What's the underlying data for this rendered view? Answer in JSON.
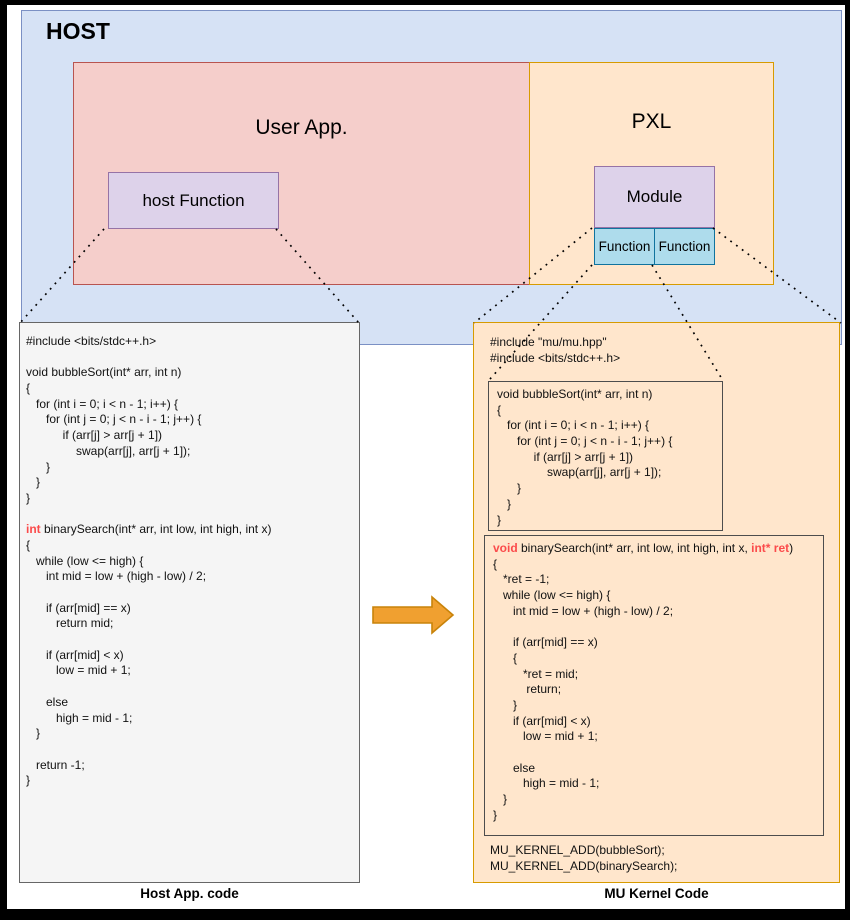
{
  "colors": {
    "host_fill": "#d6e2f5",
    "host_stroke": "#7b90c4",
    "user_app_fill": "#f5cecb",
    "user_app_stroke": "#b85450",
    "pxl_fill": "#ffe6cc",
    "pxl_stroke": "#d79b00",
    "purple_fill": "#ddd2ea",
    "purple_stroke": "#9673a6",
    "function_fill": "#aedcec",
    "function_stroke": "#10739e",
    "gray_fill": "#f5f5f5",
    "gray_stroke": "#666666",
    "inner_box_stroke": "#4d4d4d",
    "arrow_fill": "#f0a030",
    "arrow_stroke": "#c8830a",
    "keyword_red": "#fb4b4b",
    "code_text": "#111111"
  },
  "host": {
    "title": "HOST"
  },
  "user_app": {
    "label": "User App.",
    "host_function_label": "host Function"
  },
  "pxl": {
    "label": "PXL",
    "module_label": "Module",
    "function_labels": [
      "Function",
      "Function"
    ]
  },
  "captions": {
    "host": "Host App. code",
    "kernel": "MU Kernel Code"
  },
  "host_code": {
    "lines": [
      [
        {
          "t": "#include <bits/stdc++.h>"
        }
      ],
      [],
      [
        {
          "t": "void bubbleSort(int* arr, int n)"
        }
      ],
      [
        {
          "t": "{"
        }
      ],
      [
        {
          "t": "   for (int i = 0; i < n - 1; i++) {"
        }
      ],
      [
        {
          "t": "      for (int j = 0; j < n - i - 1; j++) {"
        }
      ],
      [
        {
          "t": "           if (arr[j] > arr[j + 1])"
        }
      ],
      [
        {
          "t": "               swap(arr[j], arr[j + 1]);"
        }
      ],
      [
        {
          "t": "      }"
        }
      ],
      [
        {
          "t": "   }"
        }
      ],
      [
        {
          "t": "}"
        }
      ],
      [],
      [
        {
          "t": "int",
          "red": true
        },
        {
          "t": " binarySearch(int* arr, int low, int high, int x)"
        }
      ],
      [
        {
          "t": "{"
        }
      ],
      [
        {
          "t": "   while (low <= high) {"
        }
      ],
      [
        {
          "t": "      int mid = low + (high - low) / 2;"
        }
      ],
      [],
      [
        {
          "t": "      if (arr[mid] == x)"
        }
      ],
      [
        {
          "t": "         return mid;"
        }
      ],
      [],
      [
        {
          "t": "      if (arr[mid] < x)"
        }
      ],
      [
        {
          "t": "         low = mid + 1;"
        }
      ],
      [],
      [
        {
          "t": "      else"
        }
      ],
      [
        {
          "t": "         high = mid - 1;"
        }
      ],
      [
        {
          "t": "   }"
        }
      ],
      [],
      [
        {
          "t": "   return -1;"
        }
      ],
      [
        {
          "t": "}"
        }
      ]
    ]
  },
  "kernel_code": {
    "includes": [
      [
        {
          "t": "#include \"mu/mu.hpp\""
        }
      ],
      [
        {
          "t": "#include <bits/stdc++.h>"
        }
      ]
    ],
    "bubble_sort_box": {
      "lines": [
        [
          {
            "t": "void bubbleSort(int* arr, int n)"
          }
        ],
        [
          {
            "t": "{"
          }
        ],
        [
          {
            "t": "   for (int i = 0; i < n - 1; i++) {"
          }
        ],
        [
          {
            "t": "      for (int j = 0; j < n - i - 1; j++) {"
          }
        ],
        [
          {
            "t": "           if (arr[j] > arr[j + 1])"
          }
        ],
        [
          {
            "t": "               swap(arr[j], arr[j + 1]);"
          }
        ],
        [
          {
            "t": "      }"
          }
        ],
        [
          {
            "t": "   }"
          }
        ],
        [
          {
            "t": "}"
          }
        ]
      ]
    },
    "binary_search_box": {
      "lines": [
        [
          {
            "t": "void",
            "red": true
          },
          {
            "t": " binarySearch(int* arr, int low, int high, int x, "
          },
          {
            "t": "int* ret",
            "red": true
          },
          {
            "t": ")"
          }
        ],
        [
          {
            "t": "{"
          }
        ],
        [
          {
            "t": "   *ret = -1;"
          }
        ],
        [
          {
            "t": "   while (low <= high) {"
          }
        ],
        [
          {
            "t": "      int mid = low + (high - low) / 2;"
          }
        ],
        [],
        [
          {
            "t": "      if (arr[mid] == x)"
          }
        ],
        [
          {
            "t": "      {"
          }
        ],
        [
          {
            "t": "         *ret = mid;"
          }
        ],
        [
          {
            "t": "          return;"
          }
        ],
        [
          {
            "t": "      }"
          }
        ],
        [
          {
            "t": "      if (arr[mid] < x)"
          }
        ],
        [
          {
            "t": "         low = mid + 1;"
          }
        ],
        [],
        [
          {
            "t": "      else"
          }
        ],
        [
          {
            "t": "         high = mid - 1;"
          }
        ],
        [
          {
            "t": "   }"
          }
        ],
        [
          {
            "t": "}"
          }
        ]
      ]
    },
    "footer": [
      [
        {
          "t": "MU_KERNEL_ADD(bubbleSort);"
        }
      ],
      [
        {
          "t": "MU_KERNEL_ADD(binarySearch);"
        }
      ]
    ]
  }
}
